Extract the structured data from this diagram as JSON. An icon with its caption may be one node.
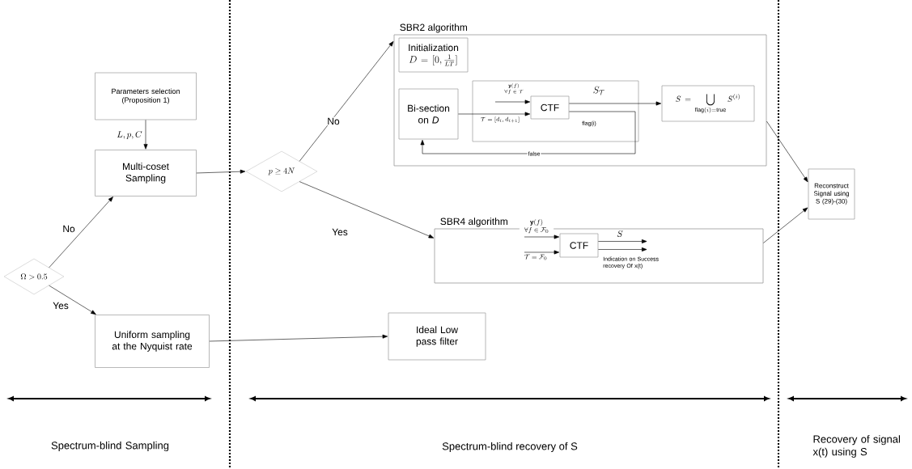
{
  "diagram": {
    "nodes": [
      {
        "text": [
          "Parameters selection (Proposition 1)"
        ]
      },
      {
        "text": [
          "Multi-coset Sampling"
        ]
      },
      {
        "text": [
          "\\Omega > 0.5"
        ]
      },
      {
        "text": [
          "Uniform sampling at the Nyquist rate"
        ]
      },
      {
        "text": [
          "p \\geq 4N"
        ]
      },
      {
        "text": [
          "SBR2 algorithm"
        ]
      },
      {
        "text": [
          "Initialization",
          "D = [0, \\frac{1}{LT}]"
        ],
        "in": 5
      },
      {
        "text": [
          "Bi-section on *D*"
        ],
        "in": 5
      },
      {
        "text": [],
        "shape": "box",
        "in": 5
      },
      {
        "text": [
          "CTF"
        ],
        "in": 8
      },
      {
        "text": [
          "S = \\bigcup_{\\mathrm{flag}(i)=\\mathrm{true}} S^{(i)}"
        ],
        "in": 5
      },
      {
        "text": [
          "SBR4 algorithm"
        ]
      },
      {
        "text": [
          "CTF"
        ],
        "in": 11
      },
      {
        "text": [
          "Reconstruct Signal using S (29)-(30)"
        ]
      },
      {
        "text": [
          "Ideal Low pass filter"
        ]
      }
    ],
    "edges": [
      {
        "from": 0,
        "to": 1,
        "arrow": "to",
        "label": "L, p, C"
      },
      {
        "from": 2,
        "to": 1,
        "arrow": "to",
        "label": "No"
      },
      {
        "from": 2,
        "to": 3,
        "arrow": "to",
        "label": "Yes"
      },
      {
        "from": 1,
        "to": 4,
        "arrow": "to"
      },
      {
        "from": 4,
        "to": 5,
        "arrow": "to",
        "label": "No"
      },
      {
        "from": 4,
        "to": 11,
        "arrow": "to",
        "label": "Yes"
      },
      {
        "from": 3,
        "to": 14,
        "arrow": "to"
      },
      {
        "from": null,
        "to": 9,
        "arrow": "to",
        "label": "\\begin{array}{c}\\mathbf{y}(f)\\\\ \\forall f \\in \\mathcal{T}\\end{array}"
      },
      {
        "from": 7,
        "to": 9,
        "arrow": "to",
        "label": "\\mathcal{T} = [d_i, d_{i+1}]"
      },
      {
        "from": 9,
        "to": 10,
        "arrow": "to",
        "label": "S_{\\mathcal{T}}"
      },
      {
        "from": 9,
        "to": 7,
        "arrow": "to",
        "label": "false"
      },
      {
        "from": 5,
        "to": 13,
        "arrow": "to"
      },
      {
        "from": 11,
        "to": 13,
        "arrow": "to"
      },
      {
        "from": null,
        "to": 12,
        "arrow": "to",
        "label": "\\begin{array}{c}\\mathbf{y}(f)\\\\ \\forall f \\in \\mathcal{F}_0\\end{array}"
      },
      {
        "from": null,
        "to": 12,
        "arrow": "to",
        "label": "\\mathcal{T} = \\mathcal{F}_0"
      },
      {
        "from": 12,
        "to": null,
        "arrow": "to",
        "label": "S"
      },
      {
        "from": 12,
        "to": null,
        "arrow": "to",
        "label": "Indication on Success recovery Of x(t)"
      }
    ],
    "labels": [
      "flag(i)",
      "Spectrum-blind Sampling",
      "Spectrum-blind recovery of S",
      "Recovery of signal x(t) using S"
    ]
  }
}
